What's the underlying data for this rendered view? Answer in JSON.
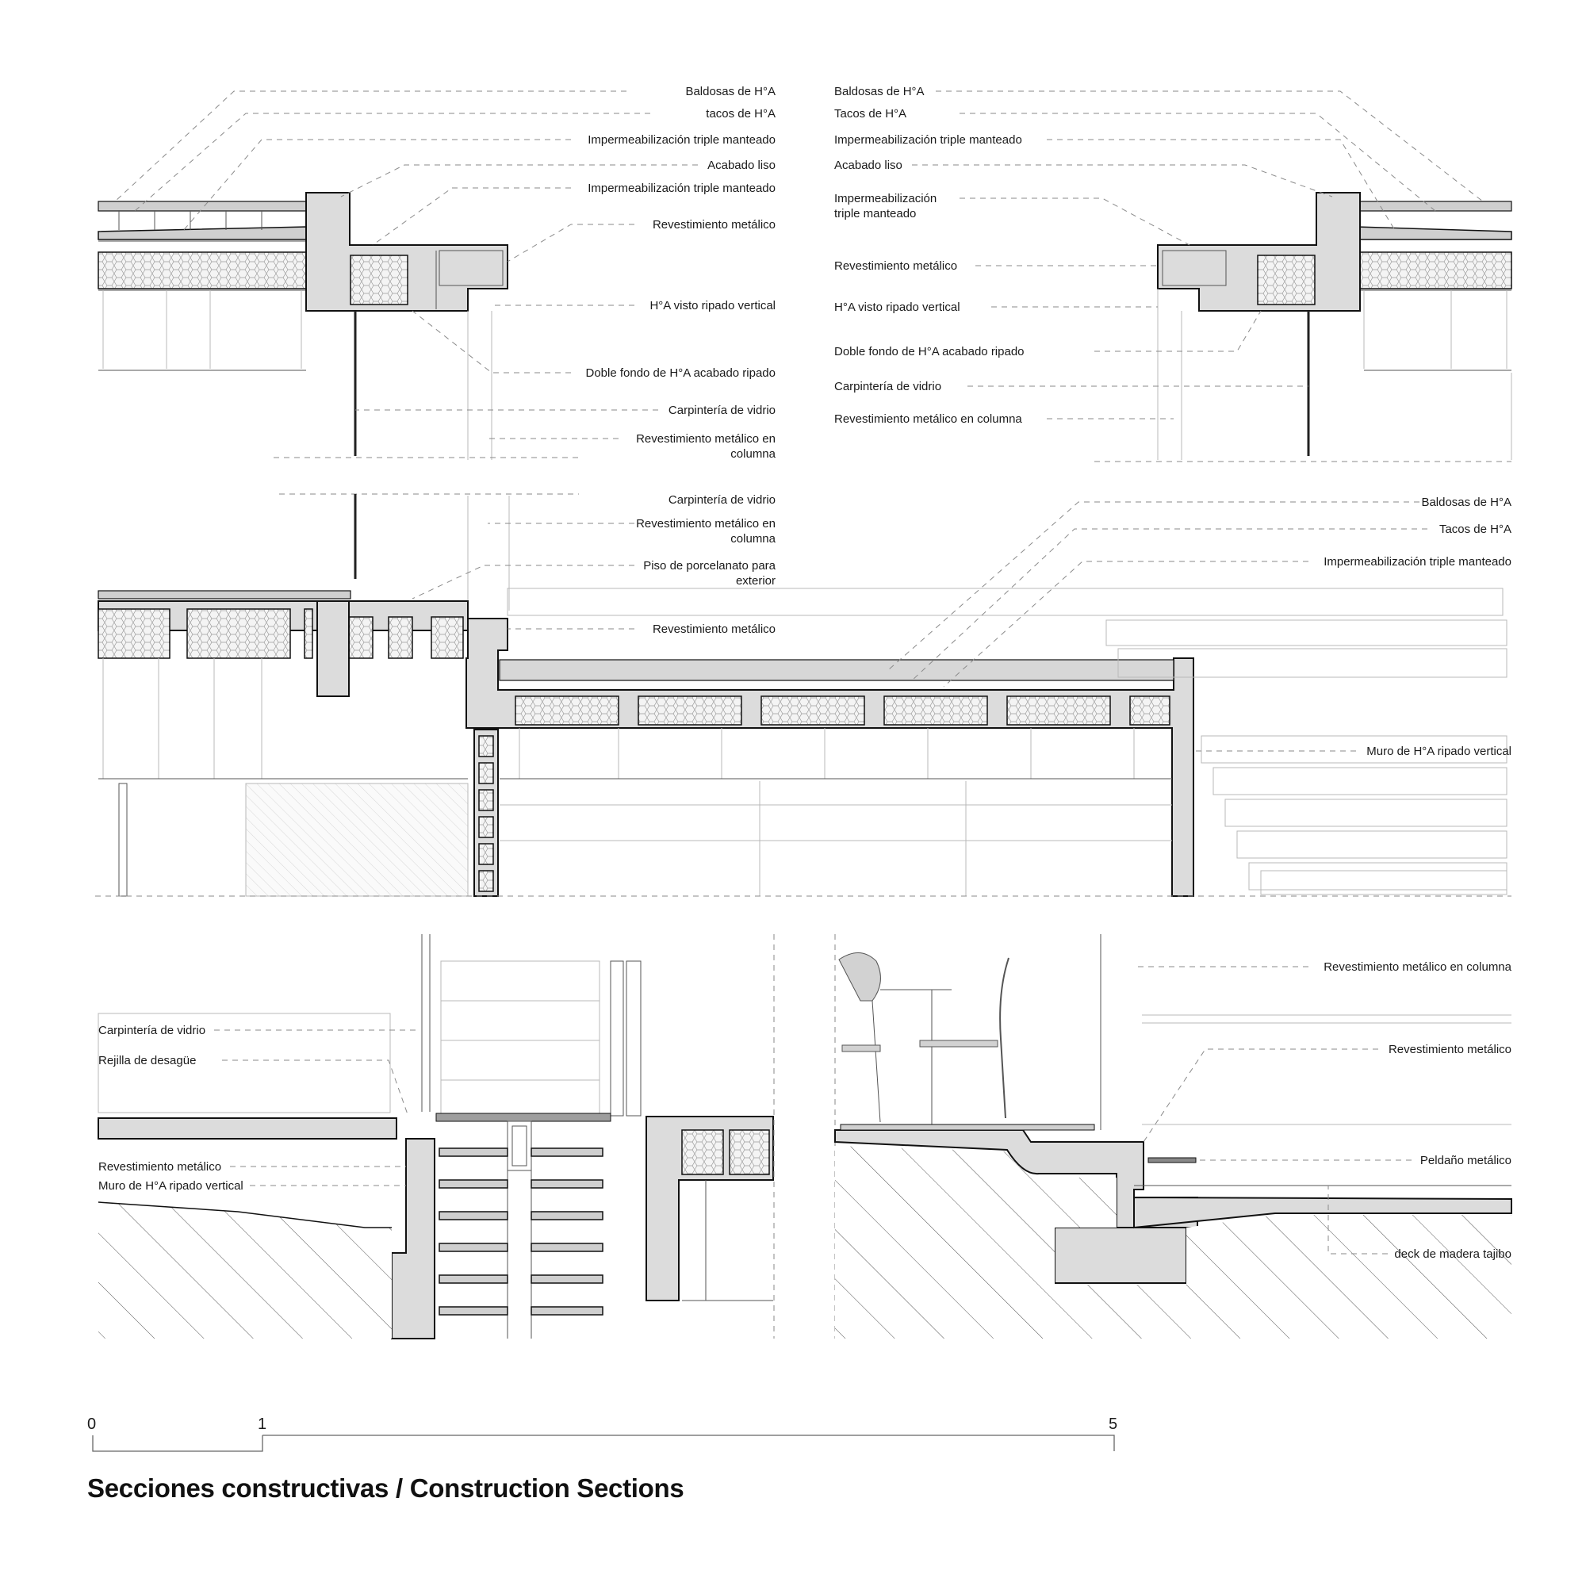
{
  "title": "Secciones constructivas / Construction Sections",
  "scale": {
    "ticks": [
      "0",
      "1",
      "5"
    ]
  },
  "labels": {
    "tl_1": "Baldosas de H°A",
    "tl_2": "tacos de  H°A",
    "tl_3": "Impermeabilización triple manteado",
    "tl_4": "Acabado liso",
    "tl_5": "Impermeabilización triple manteado",
    "tl_6": "Revestimiento metálico",
    "tl_7": "H°A visto ripado vertical",
    "tl_8": "Doble fondo de H°A acabado ripado",
    "tl_9": "Carpintería de vidrio",
    "tl_10a": "Revestimiento metálico en",
    "tl_10b": "columna",
    "tr_1": "Baldosas de H°A",
    "tr_2": "Tacos de  H°A",
    "tr_3": "Impermeabilización triple manteado",
    "tr_4": "Acabado liso",
    "tr_5a": "Impermeabilización",
    "tr_5b": "triple manteado",
    "tr_6": "Revestimiento metálico",
    "tr_7": "H°A visto ripado vertical",
    "tr_8": "Doble fondo de H°A acabado ripado",
    "tr_9": "Carpintería de vidrio",
    "tr_10": "Revestimiento metálico en columna",
    "ml_1": "Carpintería de vidrio",
    "ml_2a": "Revestimiento metálico en",
    "ml_2b": "columna",
    "ml_3a": "Piso de porcelanato para",
    "ml_3b": "exterior",
    "ml_4": "Revestimiento metálico",
    "mr_1": "Baldosas de H°A",
    "mr_2": "Tacos de  H°A",
    "mr_3": "Impermeabilización triple manteado",
    "mr_4": "Muro de H°A ripado vertical",
    "bl_1": "Carpintería de vidrio",
    "bl_2": "Rejilla de desagüe",
    "bl_3": "Revestimiento metálico",
    "bl_4": "Muro de H°A ripado vertical",
    "br_1": "Revestimiento metálico en columna",
    "br_2": "Revestimiento metálico",
    "br_3": "Peldaño metálico",
    "br_4": "deck de madera tajibo"
  }
}
